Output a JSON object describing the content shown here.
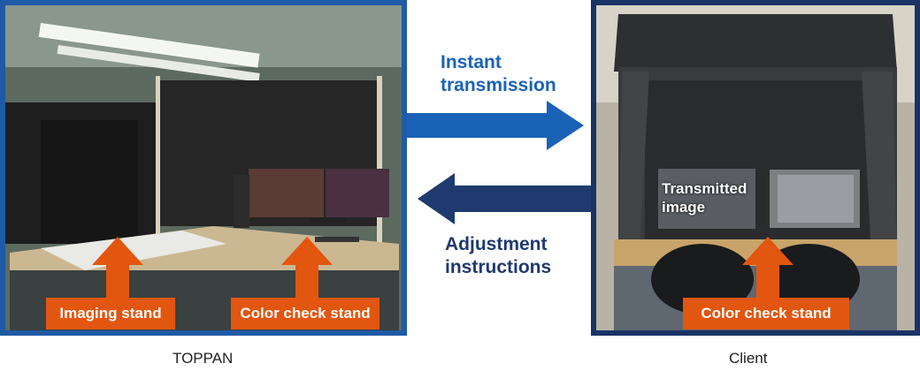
{
  "left": {
    "caption": "TOPPAN",
    "tags": {
      "imaging": "Imaging stand",
      "color_check": "Color check stand"
    }
  },
  "right": {
    "caption": "Client",
    "tag": "Color check stand",
    "screen_label": "Transmitted image"
  },
  "flows": {
    "forward": "Instant transmission",
    "back": "Adjustment instructions"
  },
  "colors": {
    "left_border": "#1f5aa6",
    "right_border": "#1a3366",
    "tag": "#e2560f",
    "forward_arrow": "#1a62b8",
    "back_arrow": "#1f3a6e"
  }
}
